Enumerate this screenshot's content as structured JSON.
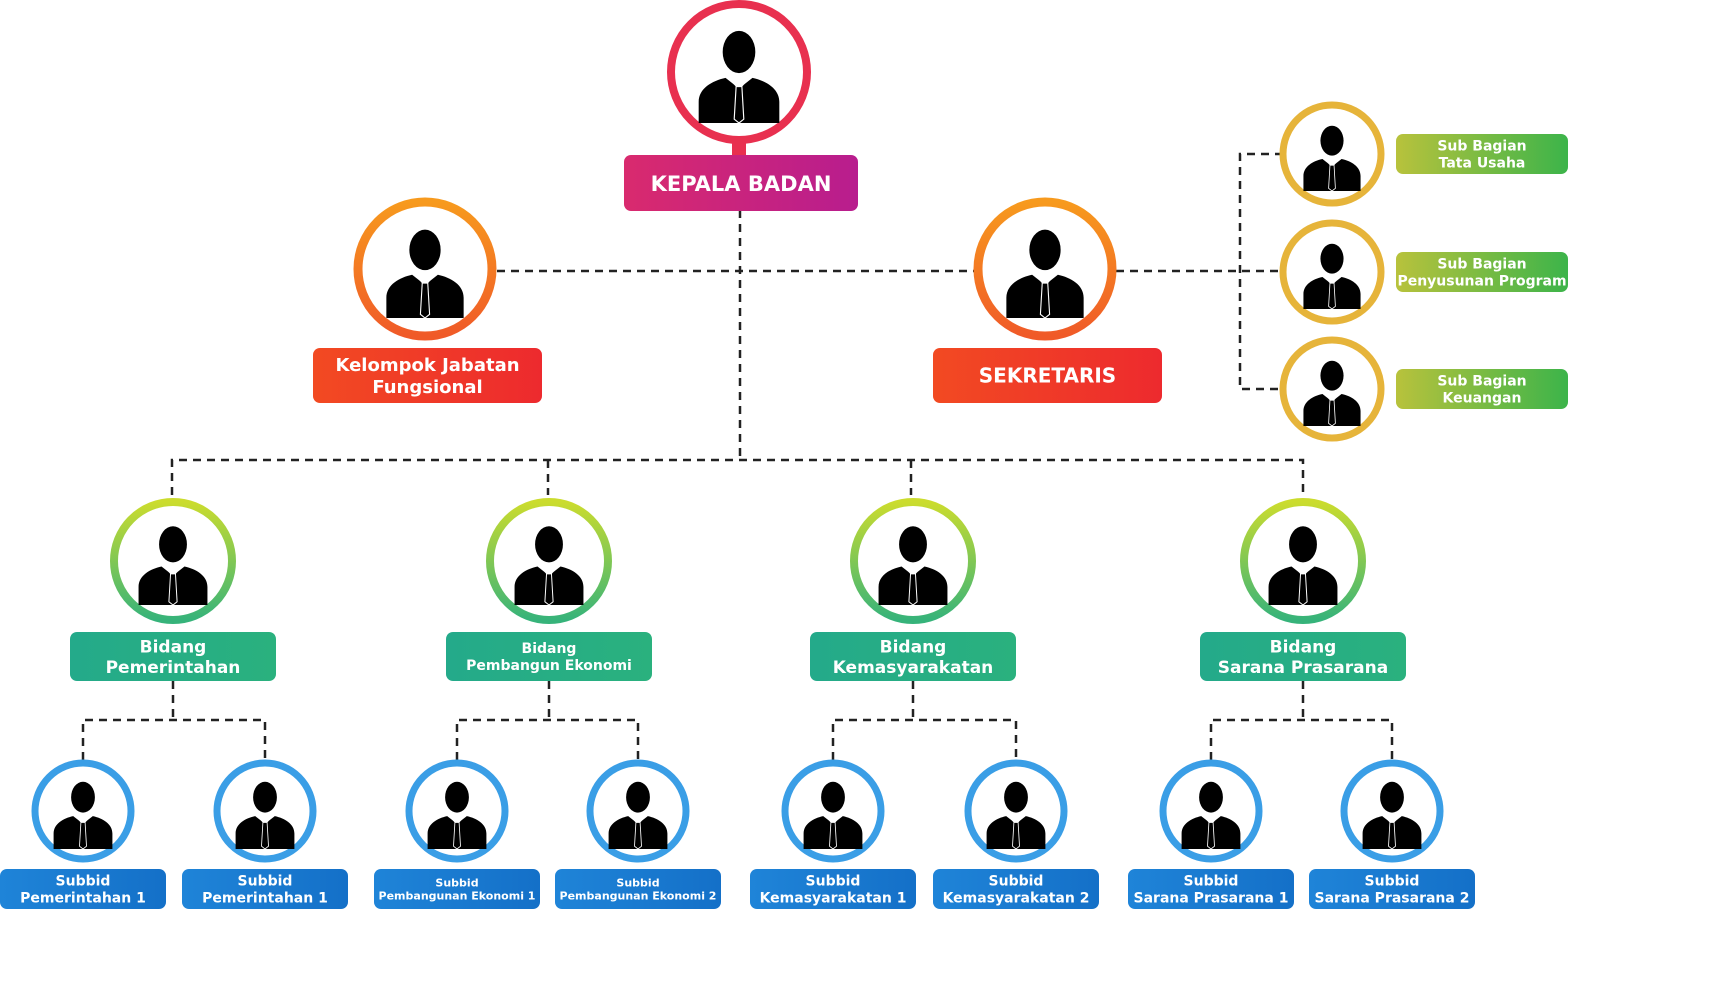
{
  "org": {
    "head": {
      "label": "KEPALA BADAN",
      "color_from": "#e8304f",
      "color_to": "#b81d8e"
    },
    "functional": {
      "label": [
        "Kelompok Jabatan",
        "Fungsional"
      ],
      "color": "#f04a24"
    },
    "secretary": {
      "label": [
        "SEKRETARIS"
      ],
      "color": "#ef3a26"
    },
    "sub_sections": [
      {
        "label": [
          "Sub Bagian",
          "Tata Usaha"
        ]
      },
      {
        "label": [
          "Sub Bagian",
          "Penyusunan Program"
        ]
      },
      {
        "label": [
          "Sub Bagian",
          "Keuangan"
        ]
      }
    ],
    "divisions": [
      {
        "label": [
          "Bidang",
          "Pemerintahan"
        ],
        "units": [
          [
            "Subbid",
            "Pemerintahan 1"
          ],
          [
            "Subbid",
            "Pemerintahan 1"
          ]
        ]
      },
      {
        "label": [
          "Bidang",
          "Pembangun Ekonomi"
        ],
        "units": [
          [
            "Subbid",
            "Pembangunan Ekonomi 1"
          ],
          [
            "Subbid",
            "Pembangunan Ekonomi 2"
          ]
        ]
      },
      {
        "label": [
          "Bidang",
          "Kemasyarakatan"
        ],
        "units": [
          [
            "Subbid",
            "Kemasyarakatan 1"
          ],
          [
            "Subbid",
            "Kemasyarakatan 2"
          ]
        ]
      },
      {
        "label": [
          "Bidang",
          "Sarana Prasarana"
        ],
        "units": [
          [
            "Subbid",
            "Sarana Prasarana 1"
          ],
          [
            "Subbid",
            "Sarana Prasarana 2"
          ]
        ]
      }
    ]
  },
  "colors": {
    "head_ring": "#e8304f",
    "level2_ring": "#f47b20",
    "sub_ring": "#e6b43a",
    "sub_label_from": "#b8c23c",
    "sub_label_to": "#3cb44a",
    "division_ring_top": "#c8dc32",
    "division_ring_bottom": "#3cb46e",
    "division_label": "#25a886",
    "unit_ring": "#3a9ee6",
    "unit_label": "#1a7ad0",
    "connector": "#222222"
  },
  "icons": {
    "person": "person-silhouette-icon"
  }
}
